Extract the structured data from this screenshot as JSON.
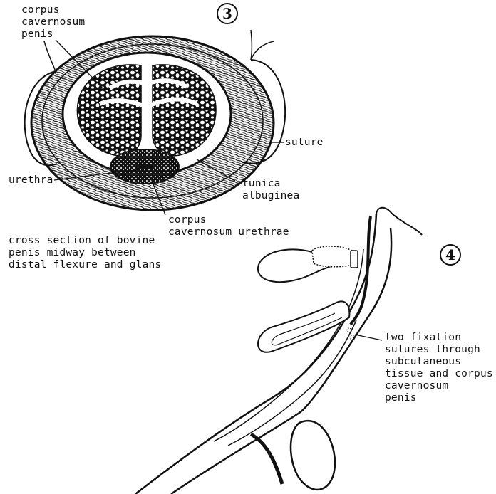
{
  "figure3": {
    "number": "3",
    "labels": {
      "corpus_cavernosum_penis": "corpus\ncavernosum\npenis",
      "suture": "suture",
      "urethra": "urethra",
      "tunica_albuginea": "tunica\nalbuginea",
      "corpus_cavernosum_urethrae": "corpus\ncavernosum urethrae"
    },
    "caption": "cross section of bovine\npenis midway between\ndistal flexure and glans"
  },
  "figure4": {
    "number": "4",
    "labels": {
      "fixation_sutures": "two fixation\nsutures through\nsubcutaneous\ntissue and corpus\ncavernosum\npenis"
    }
  }
}
